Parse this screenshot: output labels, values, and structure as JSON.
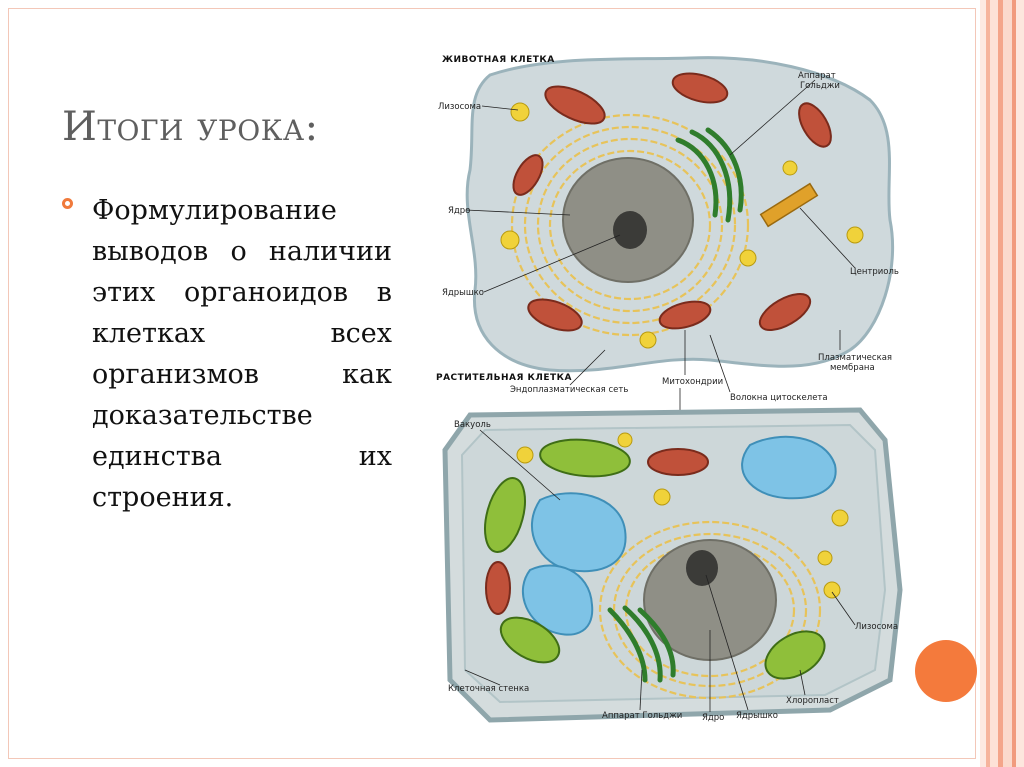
{
  "slide": {
    "title": "Итоги урока:",
    "bullet": "Формулирование выводов о наличии этих органоидов в клетках всех организмов как доказательстве единства их строения."
  },
  "figure": {
    "animal_cell": {
      "heading": "ЖИВОТНАЯ КЛЕТКА",
      "labels": {
        "lysosome": "Лизосома",
        "golgi_line1": "Аппарат",
        "golgi_line2": "Гольджи",
        "nucleus": "Ядро",
        "nucleolus": "Ядрышко",
        "centriole": "Центриоль"
      }
    },
    "shared_labels": {
      "membrane_line1": "Плазматическая",
      "membrane_line2": "мембрана",
      "er": "Эндоплазматическая сеть",
      "mitochondria": "Митохондрии",
      "cytoskeleton": "Волокна цитоскелета"
    },
    "plant_cell": {
      "heading": "РАСТИТЕЛЬНАЯ КЛЕТКА",
      "labels": {
        "vacuole": "Вакуоль",
        "lysosome": "Лизосома",
        "cell_wall": "Клеточная стенка",
        "golgi": "Аппарат Гольджи",
        "nucleus": "Ядро",
        "nucleolus": "Ядрышко",
        "chloroplast": "Хлоропласт"
      }
    }
  },
  "colors": {
    "accent": "#f47a3c",
    "title": "#5f5f5f",
    "stripe_dark": "#f4a58a",
    "stripe_light": "#fbd9cc"
  }
}
